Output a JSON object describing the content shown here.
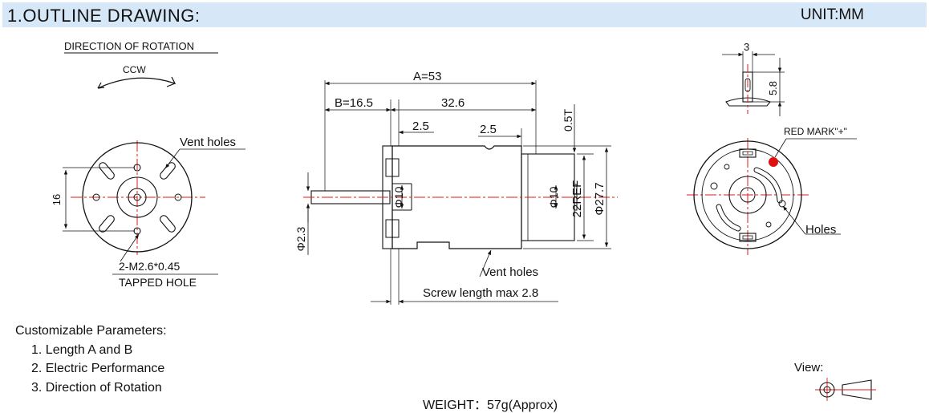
{
  "header": {
    "title": "1.OUTLINE DRAWING:",
    "unit": "UNIT:MM"
  },
  "rotation": {
    "label": "DIRECTION OF ROTATION",
    "direction": "CCW"
  },
  "front_view": {
    "vent_holes_label": "Vent holes",
    "dim_16": "16",
    "tapped_hole_1": "2-M2.6*0.45",
    "tapped_hole_2": "TAPPED HOLE"
  },
  "side_view": {
    "dim_a": "A=53",
    "dim_b": "B=16.5",
    "dim_32_6": "32.6",
    "dim_2_5_left": "2.5",
    "dim_2_5_right": "2.5",
    "dim_0_5t": "0.5T",
    "dim_phi10_left": "Φ10",
    "dim_phi10_right": "Φ10",
    "dim_22ref": "22REF",
    "dim_phi27_7": "Φ27.7",
    "dim_phi2_3": "Φ2.3",
    "vent_holes_label": "Vent holes",
    "screw_label": "Screw length max 2.8"
  },
  "rear_view": {
    "dim_3": "3",
    "dim_5_8": "5.8",
    "red_mark_label": "RED MARK\"+\"",
    "holes_label": "Holes"
  },
  "parameters": {
    "title": "Customizable Parameters:",
    "items": [
      "1. Length A and B",
      "2. Electric Performance",
      "3. Direction of Rotation"
    ]
  },
  "weight": "WEIGHT：57g(Approx)",
  "view_symbol": {
    "label": "View:"
  },
  "colors": {
    "header_bg": "#d6e8f8",
    "centerline": "#e01818",
    "red_mark": "#e01010"
  }
}
